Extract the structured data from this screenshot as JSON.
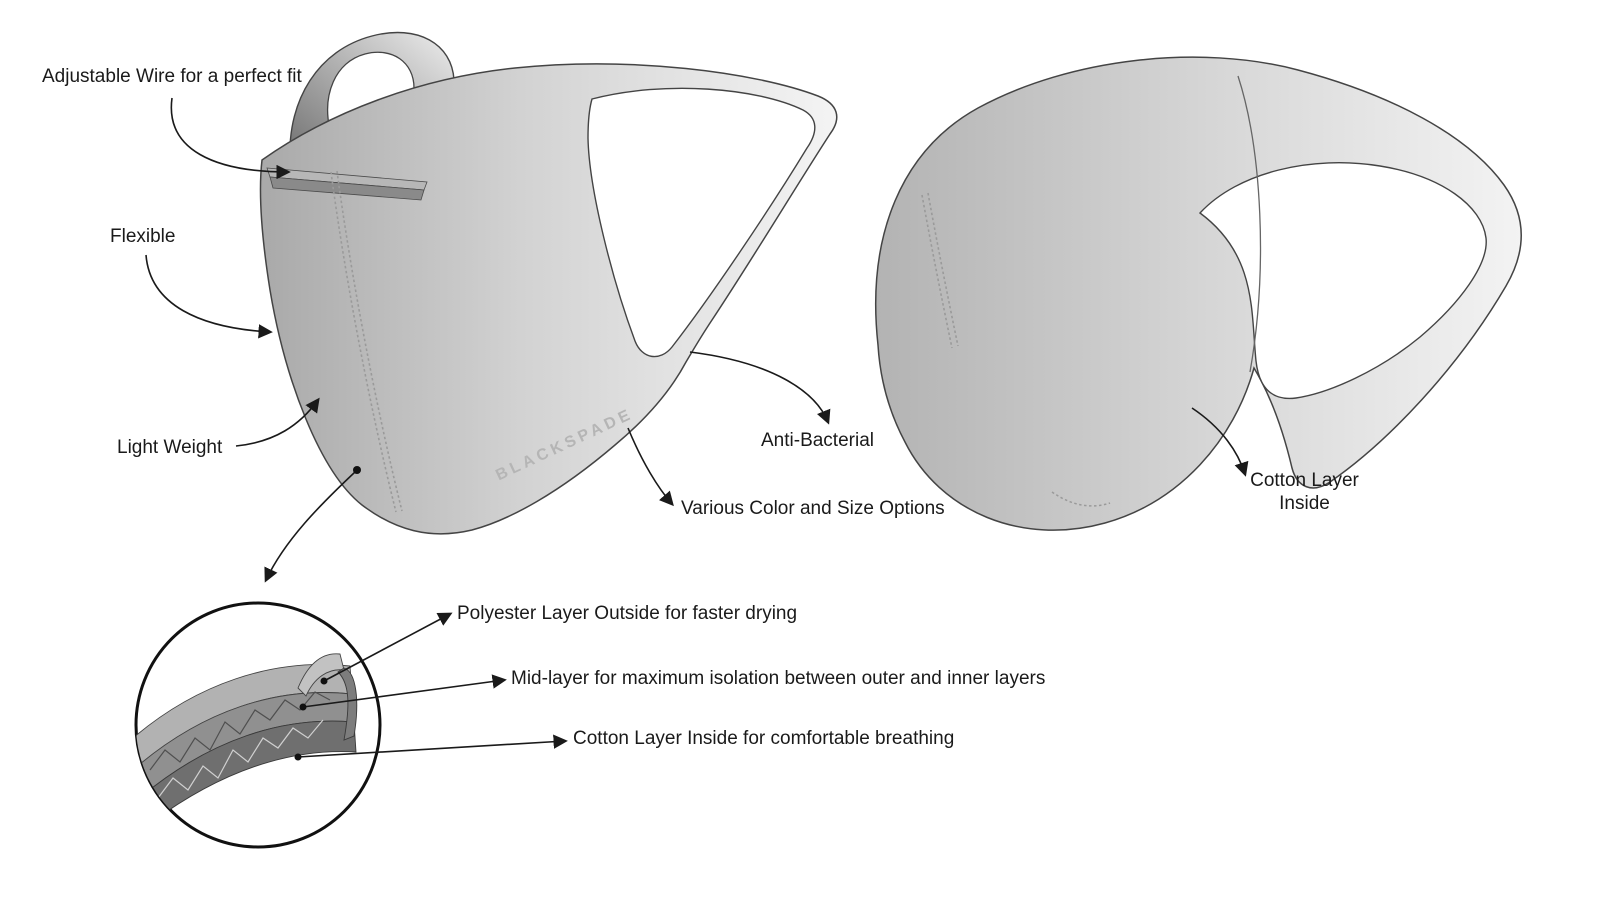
{
  "diagram": {
    "name": "face-mask-features-diagram",
    "brand": "BLACKSPADE",
    "labels": {
      "adjustable_wire": "Adjustable Wire for a perfect fit",
      "flexible": "Flexible",
      "light_weight": "Light Weight",
      "anti_bacterial": "Anti-Bacterial",
      "various_options": "Various Color and Size Options",
      "cotton_layer_inside": "Cotton Layer\nInside",
      "polyester_layer": "Polyester Layer Outside for faster drying",
      "mid_layer": "Mid-layer for maximum isolation between outer and inner layers",
      "cotton_breathing": "Cotton Layer Inside for comfortable breathing"
    },
    "colors": {
      "ink": "#1a1a1a",
      "outline": "#444444",
      "mask_dark": "#ababab",
      "mask_light": "#f2f2f2",
      "watermark": "#b5b5b5"
    }
  }
}
